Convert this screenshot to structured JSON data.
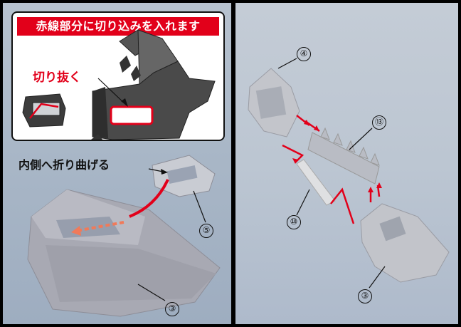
{
  "inset": {
    "title": "赤線部分に切り込みを入れます",
    "cut_label": "切り抜く"
  },
  "left": {
    "fold_label": "内側へ折り曲げる",
    "part_5": "⑤",
    "part_3": "③"
  },
  "right": {
    "part_4": "④",
    "part_13": "⑬",
    "part_10": "⑩",
    "part_3": "③"
  },
  "colors": {
    "accent_red": "#e2001a",
    "frame": "#000000",
    "inset_bg": "#ffffff"
  }
}
